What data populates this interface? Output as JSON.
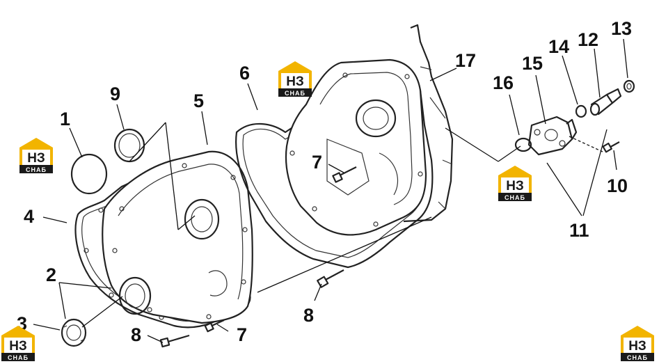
{
  "logo": {
    "top": "НЗ",
    "bottom": "СНАБ",
    "color": "#f2b400"
  },
  "callouts": [
    {
      "id": "c1",
      "label": "1"
    },
    {
      "id": "c2",
      "label": "2"
    },
    {
      "id": "c3",
      "label": "3"
    },
    {
      "id": "c4",
      "label": "4"
    },
    {
      "id": "c5",
      "label": "5"
    },
    {
      "id": "c6",
      "label": "6"
    },
    {
      "id": "c7a",
      "label": "7"
    },
    {
      "id": "c7b",
      "label": "7"
    },
    {
      "id": "c8a",
      "label": "8"
    },
    {
      "id": "c8b",
      "label": "8"
    },
    {
      "id": "c9",
      "label": "9"
    },
    {
      "id": "c10",
      "label": "10"
    },
    {
      "id": "c11",
      "label": "11"
    },
    {
      "id": "c12",
      "label": "12"
    },
    {
      "id": "c13",
      "label": "13"
    },
    {
      "id": "c14",
      "label": "14"
    },
    {
      "id": "c15",
      "label": "15"
    },
    {
      "id": "c16",
      "label": "16"
    },
    {
      "id": "c17",
      "label": "17"
    }
  ]
}
